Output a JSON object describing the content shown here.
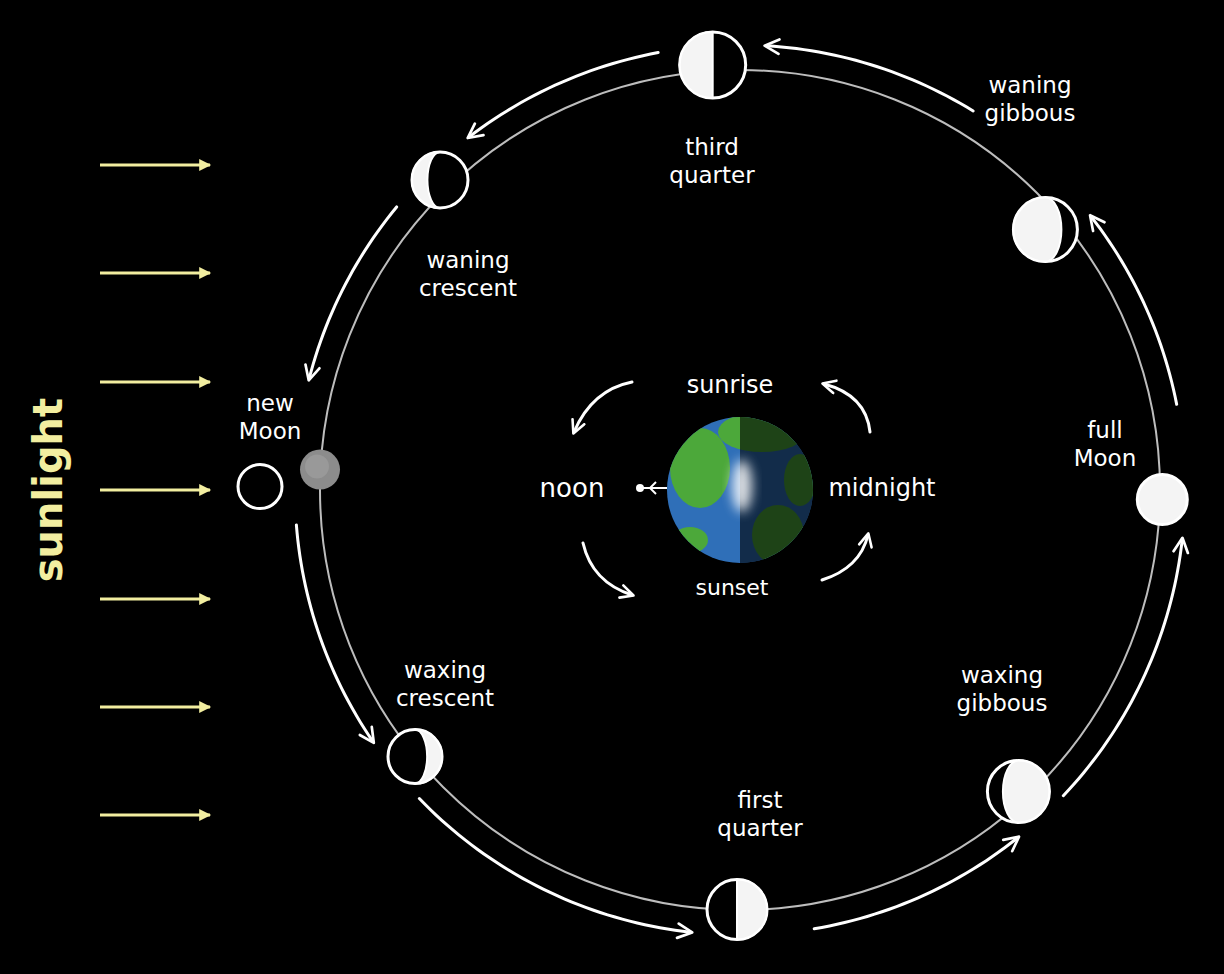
{
  "diagram": {
    "nodes": [
      {
        "text": [
          "new Moon"
        ]
      },
      {
        "text": [
          "waxing crescent"
        ]
      },
      {
        "text": [
          "first quarter"
        ]
      },
      {
        "text": [
          "waxing gibbous"
        ]
      },
      {
        "text": [
          "full Moon"
        ]
      },
      {
        "text": [
          "waning gibbous"
        ]
      },
      {
        "text": [
          "third quarter"
        ]
      },
      {
        "text": [
          "waning crescent"
        ]
      }
    ],
    "edges": [
      {
        "from": 0,
        "to": 1,
        "arrow": "to"
      },
      {
        "from": 1,
        "to": 2,
        "arrow": "to"
      },
      {
        "from": 2,
        "to": 3,
        "arrow": "to"
      },
      {
        "from": 3,
        "to": 4,
        "arrow": "to"
      },
      {
        "from": 4,
        "to": 5,
        "arrow": "to"
      },
      {
        "from": 5,
        "to": 6,
        "arrow": "to"
      },
      {
        "from": 6,
        "to": 7,
        "arrow": "to"
      },
      {
        "from": 7,
        "to": 0,
        "arrow": "to"
      }
    ],
    "labels": [
      "sunlight",
      "sunrise",
      "noon",
      "sunset",
      "midnight"
    ]
  }
}
